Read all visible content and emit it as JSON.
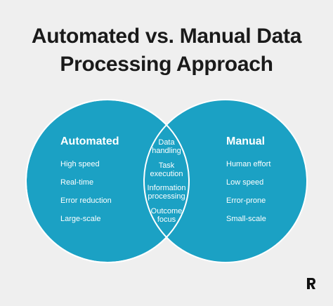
{
  "title": {
    "line1": "Automated vs. Manual Data",
    "line2": "Processing Approach"
  },
  "left": {
    "heading": "Automated",
    "items": [
      "High speed",
      "Real-time",
      "Error reduction",
      "Large-scale"
    ]
  },
  "right": {
    "heading": "Manual",
    "items": [
      "Human effort",
      "Low speed",
      "Error-prone",
      "Small-scale"
    ]
  },
  "overlap": {
    "items": [
      "Data\nhandling",
      "Task\nexecution",
      "Information\nprocessing",
      "Outcome\nfocus"
    ]
  },
  "colors": {
    "background": "#efefef",
    "circle_fill": "#1ba1c4",
    "outline": "#ffffff",
    "title_text": "#1a1a1a"
  },
  "logo_icon": "brand-r-logo-icon"
}
